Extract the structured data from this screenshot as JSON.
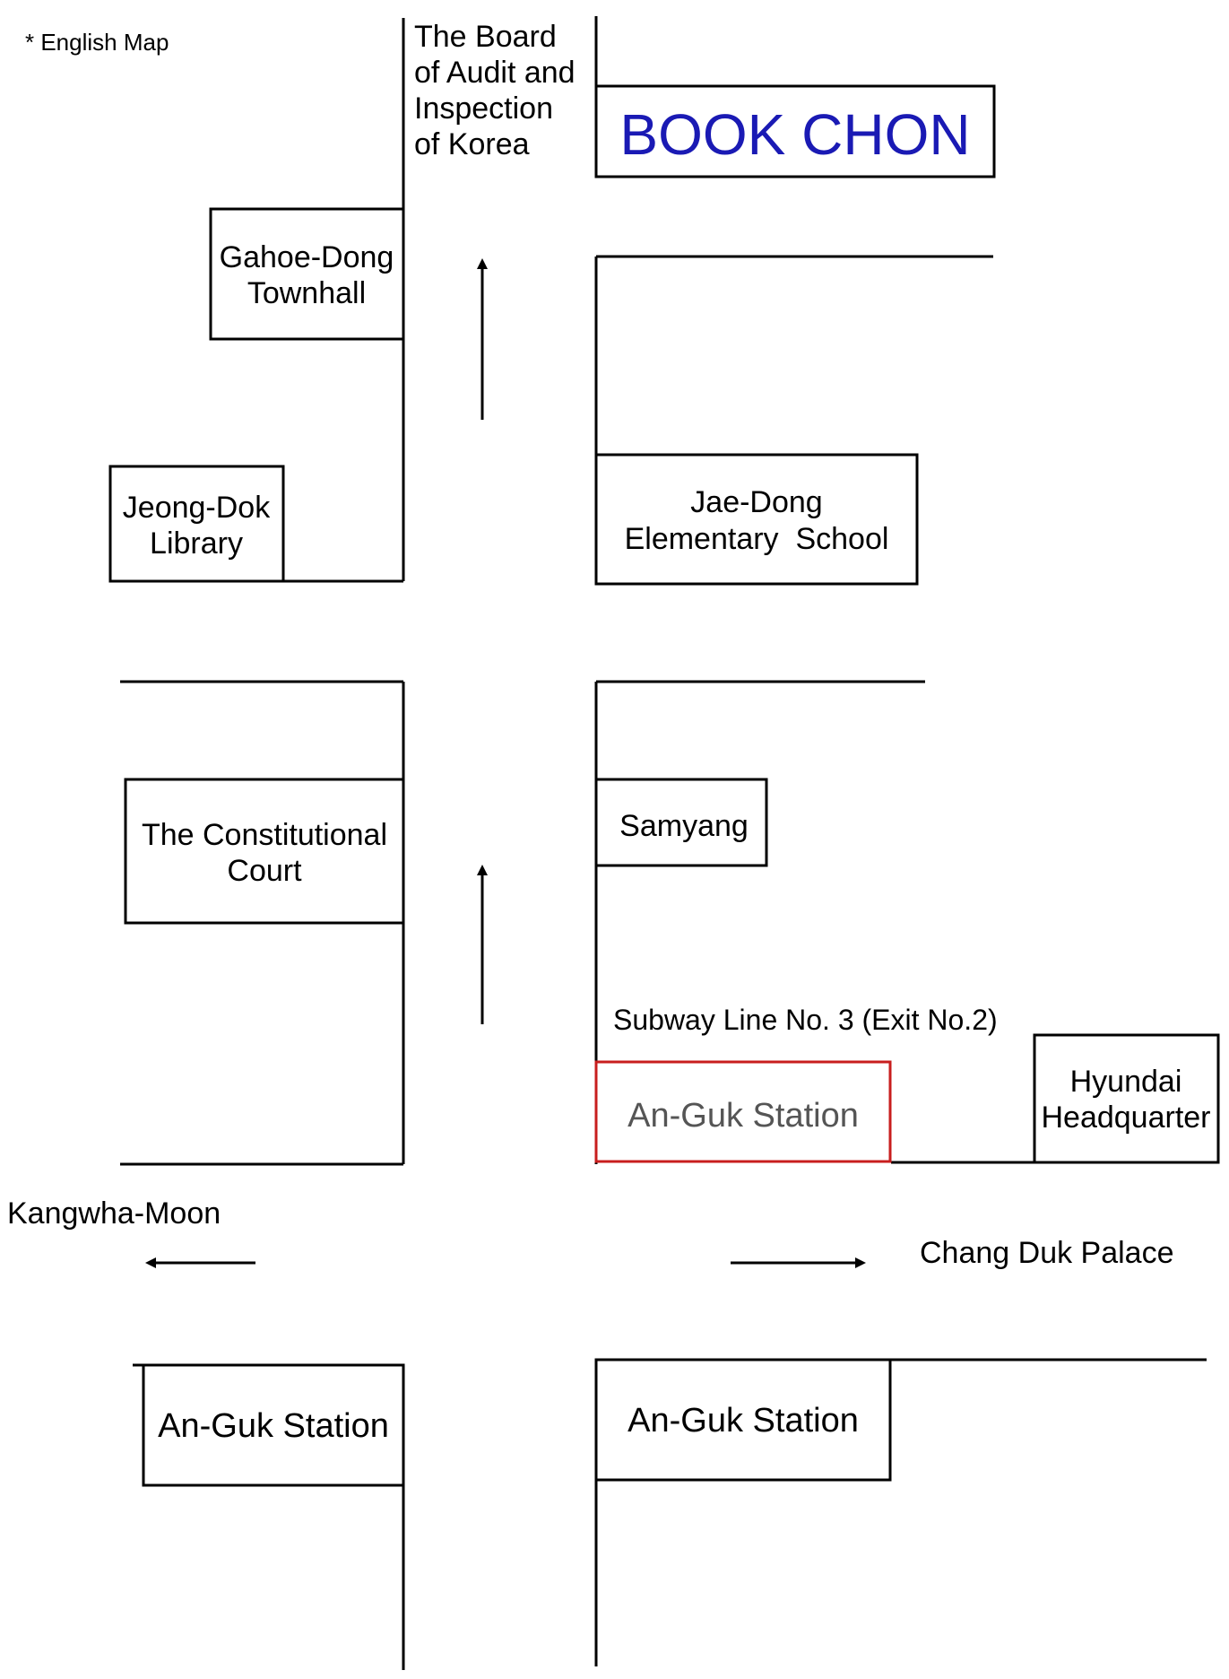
{
  "map": {
    "legend": "* English Map",
    "colors": {
      "line": "#000000",
      "destination": "#1a1ab4",
      "highlight": "#c81e1e",
      "muted": "#555555"
    },
    "labels": {
      "board_audit": [
        "The Board",
        "of Audit and",
        "Inspection",
        "of Korea"
      ],
      "book_chon": "BOOK CHON",
      "gahoe": [
        "Gahoe-Dong",
        "Townhall"
      ],
      "jeongdok": [
        "Jeong-Dok",
        "Library"
      ],
      "jaedong": [
        "Jae-Dong",
        "Elementary  School"
      ],
      "constitutional": [
        "The Constitutional",
        "Court"
      ],
      "samyang": "Samyang",
      "subway": "Subway Line No. 3 (Exit No.2)",
      "anguk_exit2": "An-Guk Station",
      "hyundai": [
        "Hyundai",
        "Headquarter"
      ],
      "kangwha": "Kangwha-Moon",
      "changduk": "Chang Duk Palace",
      "anguk_left": "An-Guk Station",
      "anguk_right": "An-Guk Station"
    }
  }
}
